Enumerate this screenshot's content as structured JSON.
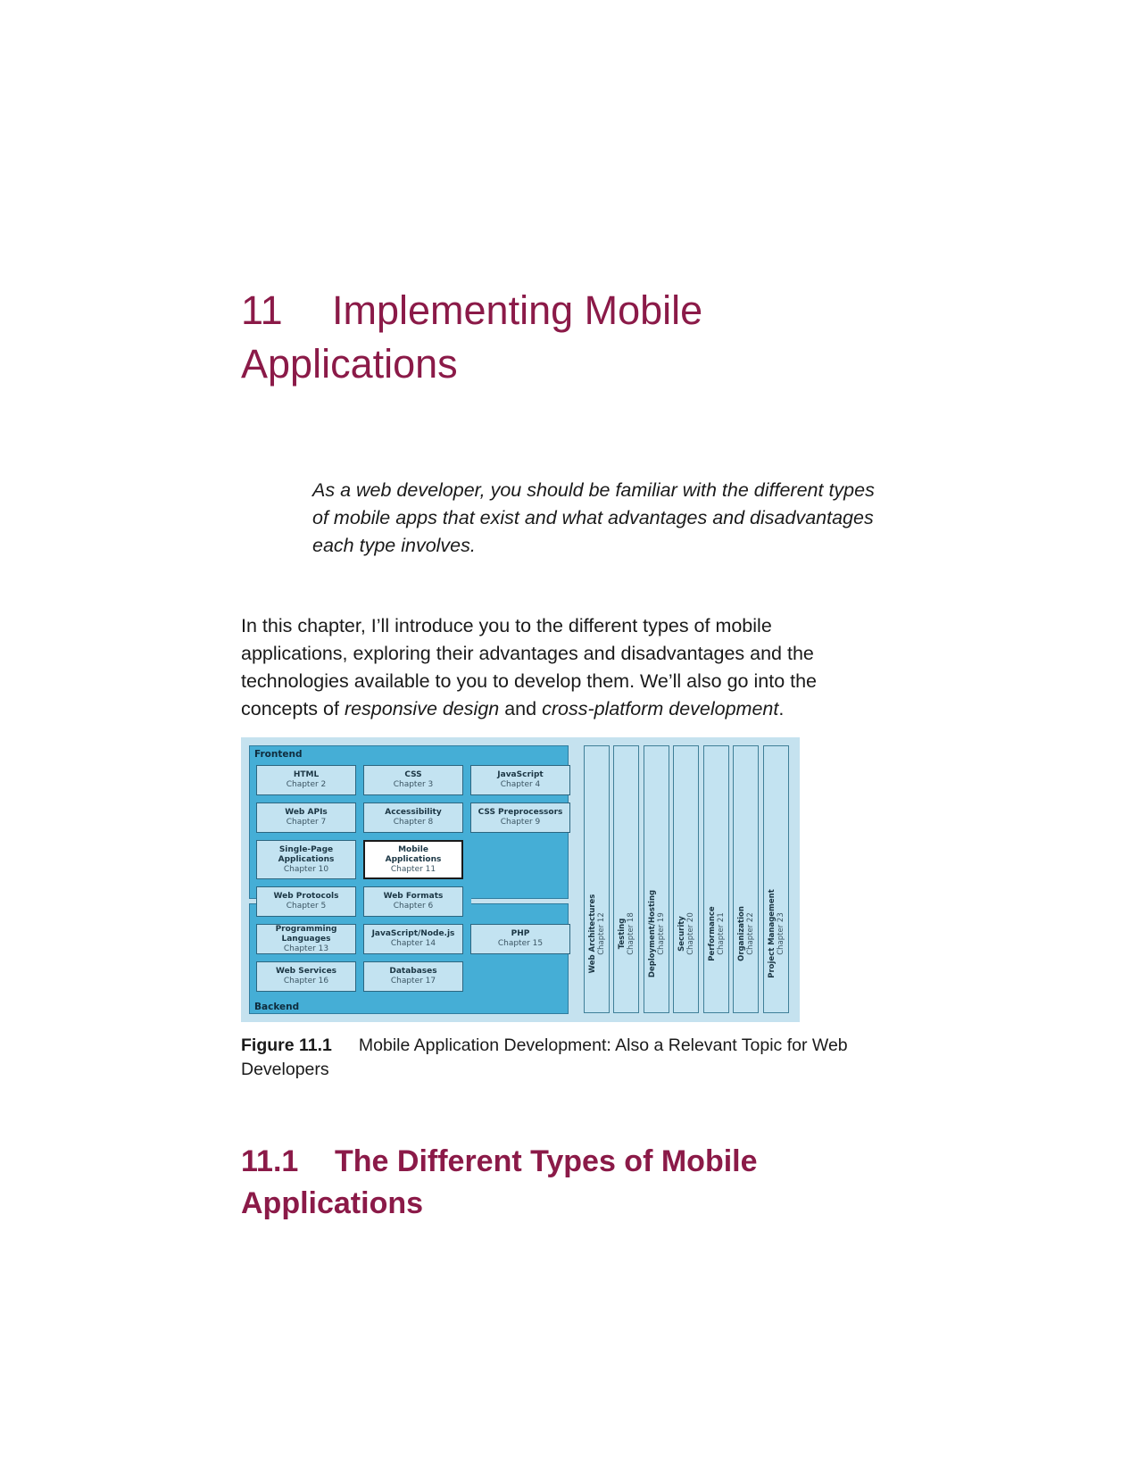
{
  "chapter": {
    "number": "11",
    "title_line1": "Implementing Mobile",
    "title_line2": "Applications"
  },
  "epigraph": "As a web developer, you should be familiar with the different types of mobile apps that exist and what advantages and disadvantages each type involves.",
  "intro": {
    "text_before": "In this chapter, I’ll introduce you to the different types of mobile applications, exploring their advantages and disadvantages and the technologies available to you to develop them. We’ll also go into the concepts of ",
    "em1": "responsive design",
    "and": " and ",
    "em2": "cross-platform development",
    "end": "."
  },
  "figure": {
    "frontend_label": "Frontend",
    "backend_label": "Backend",
    "tiles": [
      {
        "title": "HTML",
        "chapter": "Chapter 2"
      },
      {
        "title": "CSS",
        "chapter": "Chapter 3"
      },
      {
        "title": "JavaScript",
        "chapter": "Chapter 4"
      },
      {
        "title": "Web APIs",
        "chapter": "Chapter 7"
      },
      {
        "title": "Accessibility",
        "chapter": "Chapter 8"
      },
      {
        "title": "CSS Preprocessors",
        "chapter": "Chapter 9"
      },
      {
        "title": "Single-Page",
        "title2": "Applications",
        "chapter": "Chapter 10"
      },
      {
        "title": "Mobile",
        "title2": "Applications",
        "chapter": "Chapter 11"
      },
      {
        "title": "Web Protocols",
        "chapter": "Chapter 5"
      },
      {
        "title": "Web Formats",
        "chapter": "Chapter 6"
      },
      {
        "title": "Programming Languages",
        "chapter": "Chapter 13"
      },
      {
        "title": "JavaScript/Node.js",
        "chapter": "Chapter 14"
      },
      {
        "title": "PHP",
        "chapter": "Chapter 15"
      },
      {
        "title": "Web Services",
        "chapter": "Chapter 16"
      },
      {
        "title": "Databases",
        "chapter": "Chapter 17"
      }
    ],
    "columns": [
      {
        "title": "Web Architectures",
        "chapter": "Chapter 12"
      },
      {
        "title": "Testing",
        "chapter": "Chapter 18"
      },
      {
        "title": "Deployment/Hosting",
        "chapter": "Chapter 19"
      },
      {
        "title": "Security",
        "chapter": "Chapter 20"
      },
      {
        "title": "Performance",
        "chapter": "Chapter 21"
      },
      {
        "title": "Organization",
        "chapter": "Chapter 22"
      },
      {
        "title": "Project Management",
        "chapter": "Chapter 23"
      }
    ]
  },
  "caption": {
    "label": "Figure 11.1",
    "text": "Mobile Application Development: Also a Relevant Topic for Web Developers"
  },
  "section": {
    "number": "11.1",
    "title_line1": "The Different Types of Mobile",
    "title_line2": "Applications"
  }
}
